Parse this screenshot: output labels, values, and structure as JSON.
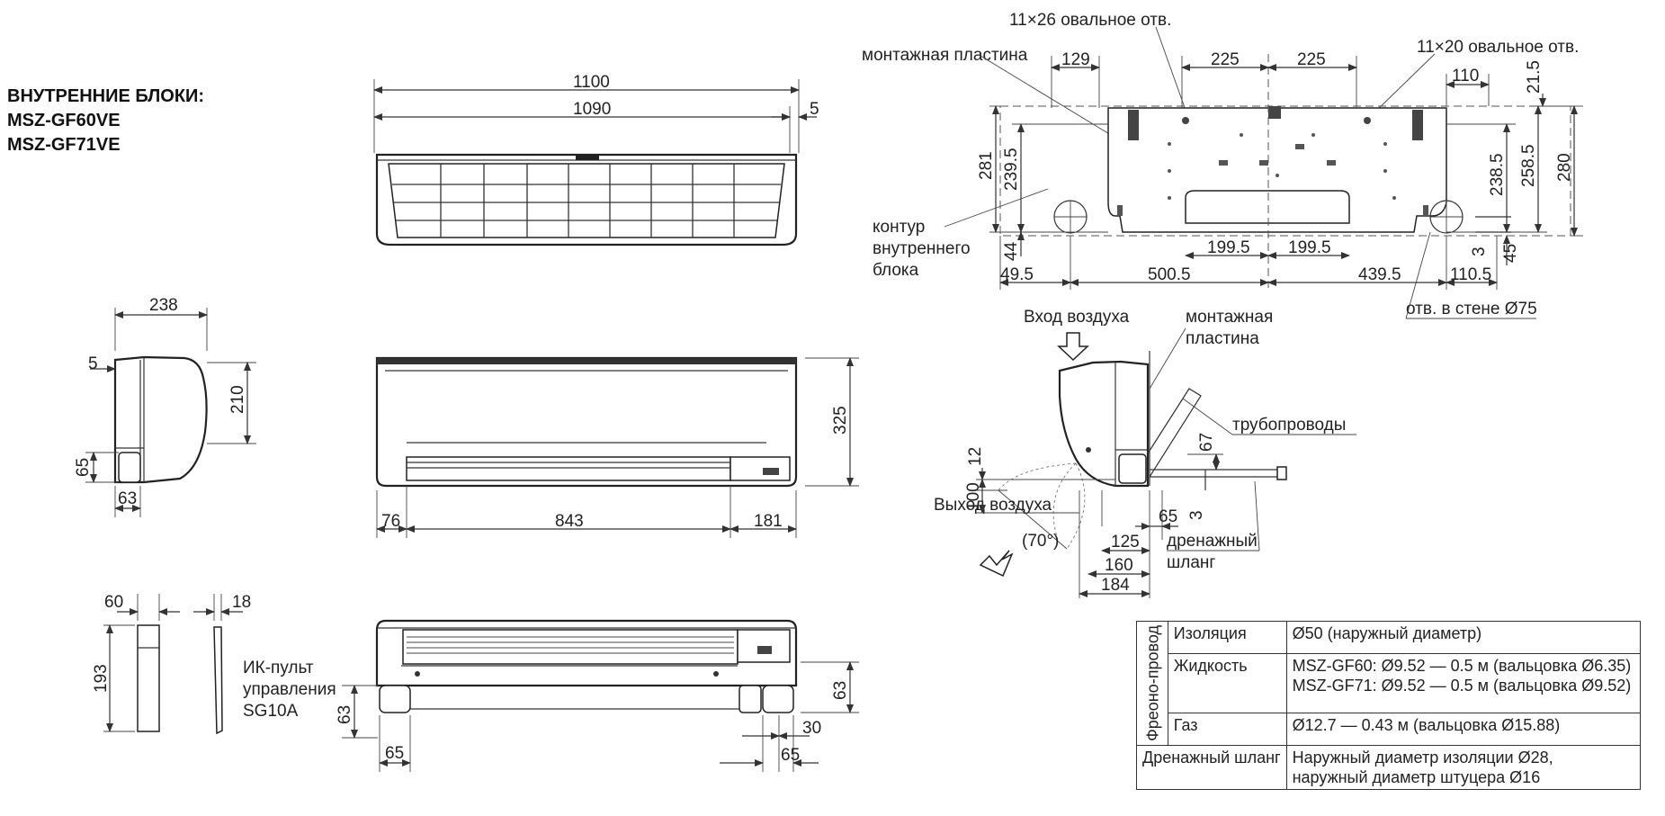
{
  "title": {
    "line1": "ВНУТРЕННИЕ БЛОКИ:",
    "line2": "MSZ-GF60VE",
    "line3": "MSZ-GF71VE"
  },
  "front_top": {
    "d1100": "1100",
    "d1090": "1090",
    "d5": "5"
  },
  "front_mid": {
    "d325": "325",
    "d76": "76",
    "d843": "843",
    "d181": "181"
  },
  "front_bottom": {
    "d63a": "63",
    "d65a": "65",
    "d63b": "63",
    "d30": "30",
    "d65b": "65"
  },
  "side": {
    "d238": "238",
    "d5": "5",
    "d210": "210",
    "d65": "65",
    "d63": "63"
  },
  "remote": {
    "d60": "60",
    "d18": "18",
    "d193": "193",
    "label1": "ИК-пульт",
    "label2": "управления",
    "label3": "SG10A"
  },
  "plate": {
    "hole1": "11×26 овальное отв.",
    "hole2": "11×20 овальное отв.",
    "plate_label": "монтажная пластина",
    "contour1": "контур",
    "contour2": "внутреннего",
    "contour3": "блока",
    "wall_hole": "отв. в стене Ø75",
    "d129": "129",
    "d225a": "225",
    "d225b": "225",
    "d110": "110",
    "d21_5": "21.5",
    "d281": "281",
    "d239_5": "239.5",
    "d238_5": "238.5",
    "d258_5": "258.5",
    "d280": "280",
    "d44": "44",
    "d3": "3",
    "d45": "45",
    "d199_5a": "199.5",
    "d199_5b": "199.5",
    "d49_5": "49.5",
    "d500_5": "500.5",
    "d439_5": "439.5",
    "d110_5": "110.5"
  },
  "install": {
    "air_in": "Вход воздуха",
    "air_out": "Выход воздуха",
    "plate1": "монтажная",
    "plate2": "пластина",
    "pipes": "трубопроводы",
    "drain1": "дренажный",
    "drain2": "шланг",
    "d12": "12",
    "d100": "100",
    "d67": "67",
    "d3": "3",
    "d65": "65",
    "angle": "(70°)",
    "d125": "125",
    "d160": "160",
    "d184": "184"
  },
  "spec": {
    "group": "Фреоно-провод",
    "rows": [
      {
        "name": "Изоляция",
        "value1": "Ø50 (наружный диаметр)",
        "value2": ""
      },
      {
        "name": "Жидкость",
        "value1": "MSZ-GF60: Ø9.52 — 0.5 м  (вальцовка Ø6.35)",
        "value2": "MSZ-GF71: Ø9.52 — 0.5 м  (вальцовка Ø9.52)"
      },
      {
        "name": "Газ",
        "value1": "Ø12.7 — 0.43 м (вальцовка Ø15.88)",
        "value2": ""
      }
    ],
    "drain_name": "Дренажный шланг",
    "drain_value1": "Наружный диаметр изоляции Ø28,",
    "drain_value2": "наружный диаметр штуцера Ø16"
  }
}
